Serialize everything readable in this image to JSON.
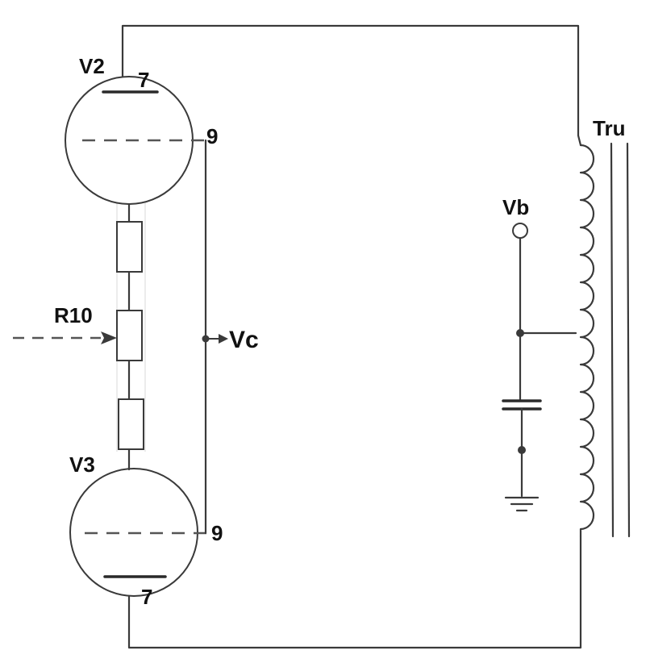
{
  "labels": {
    "tube_top": "V2",
    "tube_top_plate_pin": "7",
    "tube_top_grid_pin": "9",
    "tube_bottom": "V3",
    "tube_bottom_plate_pin": "7",
    "tube_bottom_grid_pin": "9",
    "pot": "R10",
    "control_voltage": "Vc",
    "bias_voltage": "Vb",
    "transformer": "Tru"
  },
  "colors": {
    "line": "#3a3a3a",
    "text": "#111111",
    "background": "#ffffff"
  }
}
